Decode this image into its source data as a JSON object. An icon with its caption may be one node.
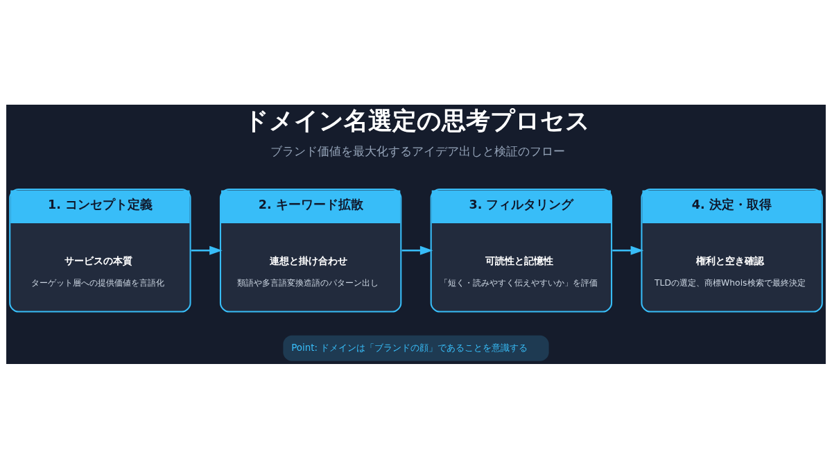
{
  "diagram": {
    "title": "ドメイン名選定の思考プロセス",
    "nodes": [
      {
        "text": [
          "1. コンセプト定義",
          "サービスの本質",
          "ターゲット層への提供価値を言語化"
        ]
      },
      {
        "text": [
          "2. キーワード拡散",
          "連想と掛け合わせ",
          "類語や多言語変換造語のパターン出し"
        ]
      },
      {
        "text": [
          "3. フィルタリング",
          "可読性と記憶性",
          "「短く・読みやすく伝えやすいか」を評価"
        ]
      },
      {
        "text": [
          "4. 決定・取得",
          "権利と空き確認",
          "TLDの選定、商標Whois検索で最終決定"
        ]
      }
    ],
    "edges": [
      {
        "from": 0,
        "to": 1,
        "arrow": "to"
      },
      {
        "from": 1,
        "to": 2,
        "arrow": "to"
      },
      {
        "from": 2,
        "to": 3,
        "arrow": "to"
      }
    ],
    "labels": [
      "ブランド価値を最大化するアイデア出しと検証のフロー",
      "Point: ドメインは「ブランドの顔」であることを意識する"
    ]
  }
}
